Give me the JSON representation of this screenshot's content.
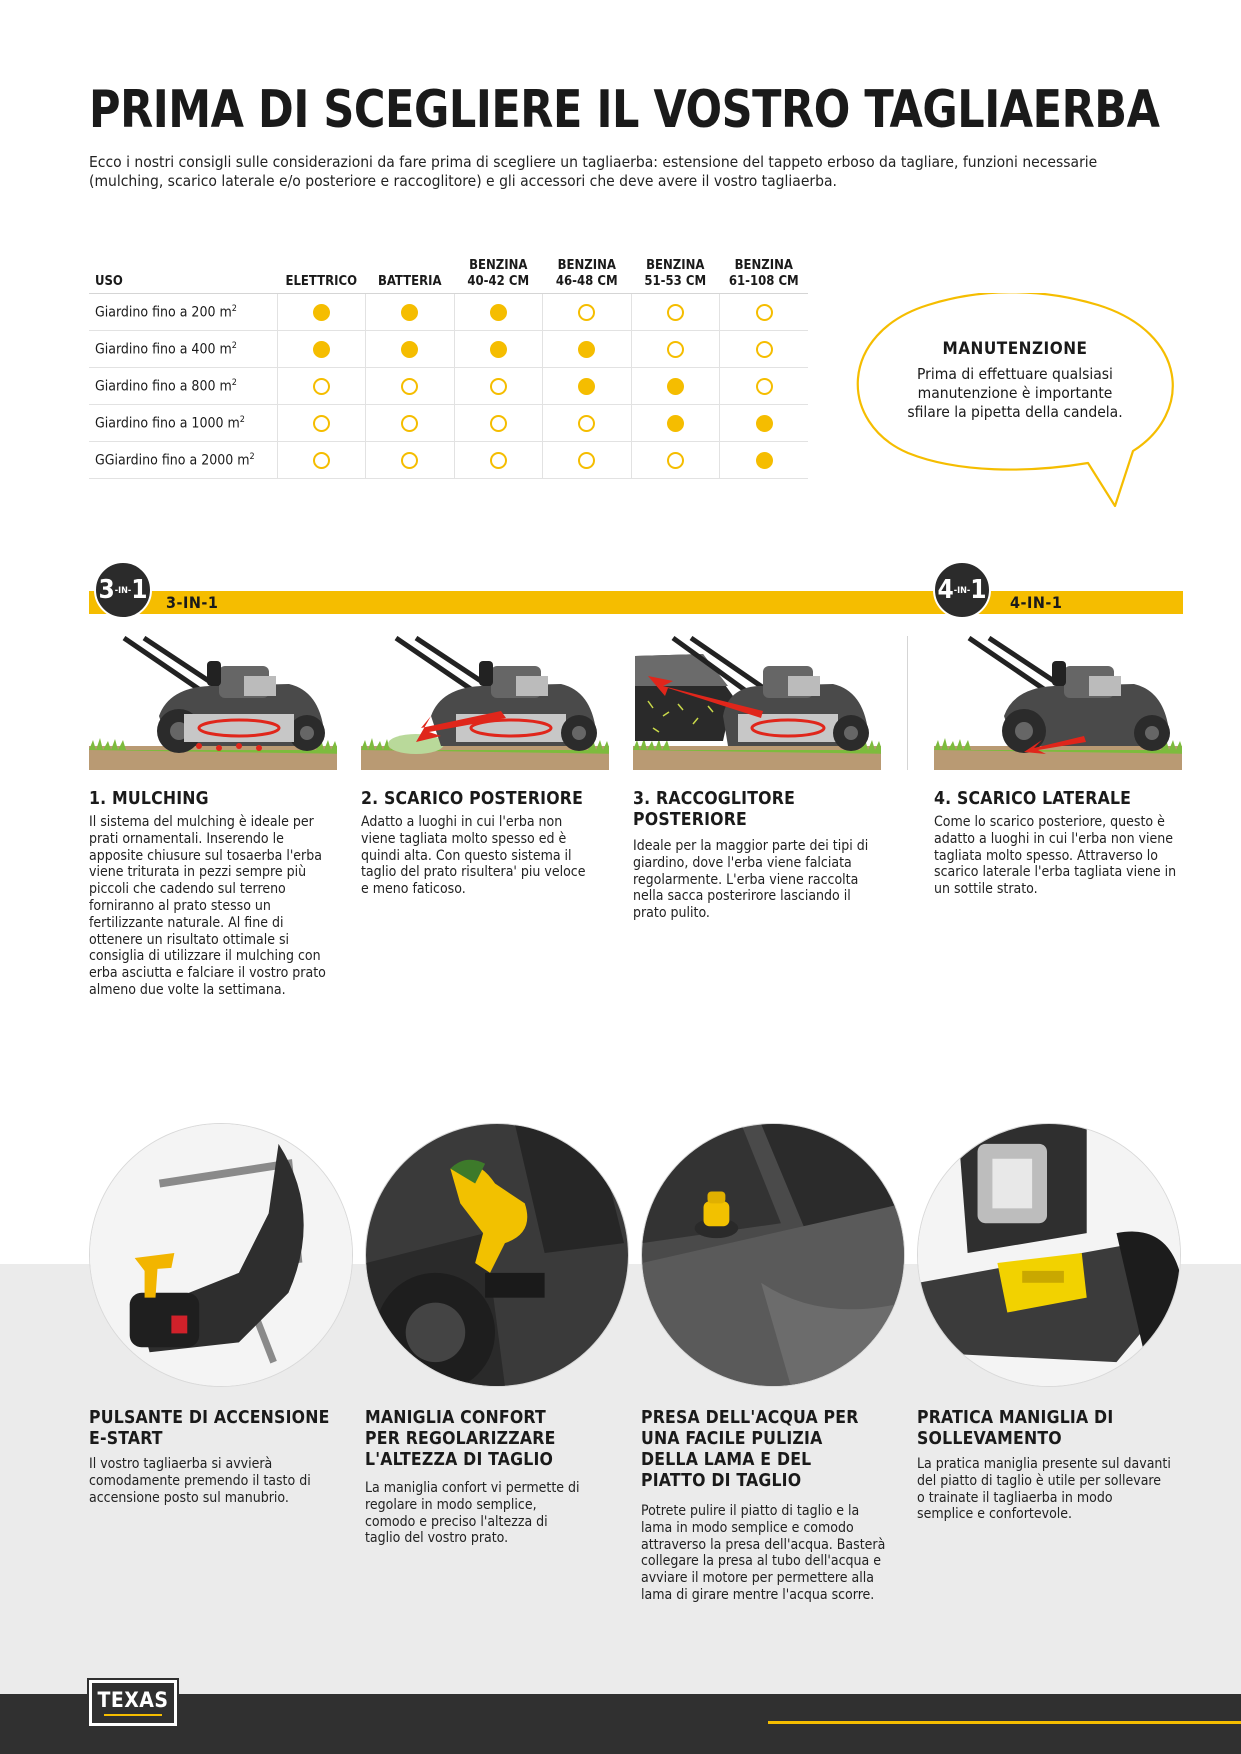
{
  "header": {
    "title": "PRIMA DI SCEGLIERE IL VOSTRO TAGLIAERBA",
    "intro": "Ecco i nostri consigli sulle considerazioni da fare prima di scegliere un tagliaerba: estensione del tappeto erboso da tagliare, funzioni necessarie (mulching, scarico laterale e/o posteriore e raccoglitore) e gli accessori che deve avere il vostro tagliaerba."
  },
  "table": {
    "uso_header": "USO",
    "columns": [
      {
        "line1": "",
        "line2": "ELETTRICO"
      },
      {
        "line1": "",
        "line2": "BATTERIA"
      },
      {
        "line1": "BENZINA",
        "line2": "40-42 CM"
      },
      {
        "line1": "BENZINA",
        "line2": "46-48 CM"
      },
      {
        "line1": "BENZINA",
        "line2": "51-53 CM"
      },
      {
        "line1": "BENZINA",
        "line2": "61-108 CM"
      }
    ],
    "rows": [
      {
        "label": "Giardino fino a 200 m",
        "sup": "2",
        "values": [
          true,
          true,
          true,
          false,
          false,
          false
        ]
      },
      {
        "label": "Giardino fino a 400 m",
        "sup": "2",
        "values": [
          true,
          true,
          true,
          true,
          false,
          false
        ]
      },
      {
        "label": "Giardino fino a 800 m",
        "sup": "2",
        "values": [
          false,
          false,
          false,
          true,
          true,
          false
        ]
      },
      {
        "label": "Giardino fino a 1000 m",
        "sup": "2",
        "values": [
          false,
          false,
          false,
          false,
          true,
          true
        ]
      },
      {
        "label": "GGiardino fino a 2000 m",
        "sup": "2",
        "values": [
          false,
          false,
          false,
          false,
          false,
          true
        ]
      }
    ]
  },
  "maintenance": {
    "title": "MANUTENZIONE",
    "text": "Prima di effettuare qualsiasi manutenzione è importante sfilare la pipetta della candela."
  },
  "badges": {
    "three": {
      "big_a": "3",
      "small": "-IN-",
      "big_b": "1",
      "label": "3-IN-1"
    },
    "four": {
      "big_a": "4",
      "small": "-IN-",
      "big_b": "1",
      "label": "4-IN-1"
    }
  },
  "functions": [
    {
      "title": "1. MULCHING",
      "text": "Il sistema del mulching è ideale per prati ornamentali. Inserendo le apposite chiusure sul tosaerba l'erba viene triturata in pezzi sempre più piccoli che cadendo sul terreno forniranno al prato stesso un fertilizzante naturale. Al fine di ottenere un risultato ottimale si consiglia di utilizzare il mulching con erba asciutta e falciare il vostro prato almeno due volte la settimana."
    },
    {
      "title": "2. SCARICO POSTERIORE",
      "text": "Adatto a luoghi in cui l'erba non viene tagliata molto spesso ed è quindi alta. Con questo sistema il taglio del prato risultera' piu veloce e meno faticoso."
    },
    {
      "title": "3. RACCOGLITORE POSTERIORE",
      "text": "Ideale per la maggior parte dei tipi di giardino, dove l'erba viene falciata regolarmente. L'erba viene raccolta nella sacca posterirore lasciando il prato pulito."
    },
    {
      "title": "4. SCARICO LATERALE",
      "text": "Come lo scarico posteriore, questo è adatto a luoghi in cui l'erba non viene tagliata molto spesso. Attraverso lo scarico laterale l'erba tagliata viene in un sottile strato."
    }
  ],
  "features": [
    {
      "title": "PULSANTE DI ACCENSIONE E-START",
      "text": "Il vostro tagliaerba si avvierà comodamente premendo il tasto di accensione posto sul manubrio."
    },
    {
      "title": "MANIGLIA CONFORT PER REGOLARIZZARE L'ALTEZZA DI TAGLIO",
      "text": "La maniglia confort vi permette di regolare in modo semplice, comodo e preciso l'altezza di taglio del vostro prato."
    },
    {
      "title": "PRESA DELL'ACQUA PER UNA FACILE PULIZIA DELLA LAMA E DEL PIATTO DI TAGLIO",
      "text": "Potrete pulire il piatto di taglio e la lama in modo semplice e comodo attraverso la presa dell'acqua. Basterà collegare la presa al tubo dell'acqua e avviare il motore per permettere alla lama di girare mentre l'acqua scorre."
    },
    {
      "title": "PRATICA MANIGLIA DI SOLLEVAMENTO",
      "text": "La pratica maniglia presente sul davanti del piatto di taglio è utile per sollevare o trainate il tagliaerba in modo semplice e confortevole."
    }
  ],
  "footer": {
    "logo": "TEXAS"
  },
  "colors": {
    "accent": "#f5bd00",
    "dark": "#303030",
    "grey_bg": "#ebebeb",
    "arrow_red": "#e0261b"
  }
}
